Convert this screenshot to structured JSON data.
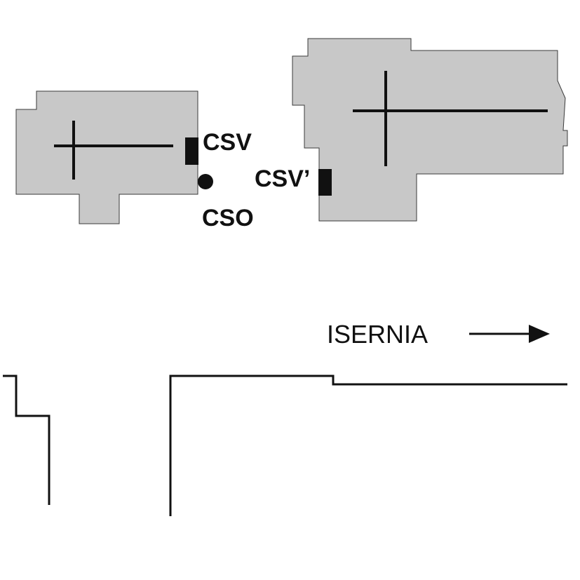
{
  "colors": {
    "building_fill": "#c8c8c8",
    "building_outline": "#3a3a3a",
    "ink": "#111111",
    "background": "#ffffff"
  },
  "icons": {
    "direction_arrow": "arrow-right-icon",
    "sensor_point": "filled-circle-icon",
    "sensor_block": "filled-rectangle-icon"
  },
  "labels": {
    "csv": "CSV",
    "cso": "CSO",
    "csv_prime": "CSV’",
    "direction": "ISERNIA"
  }
}
